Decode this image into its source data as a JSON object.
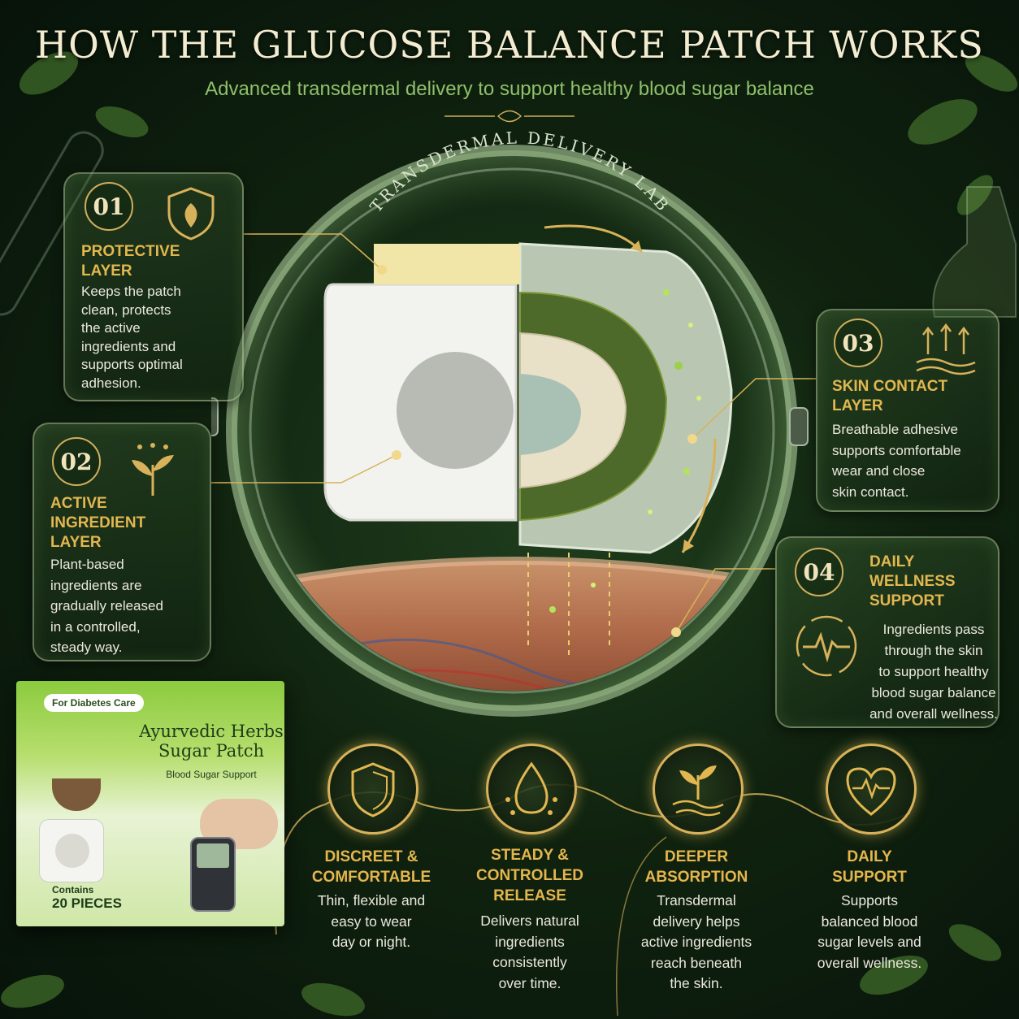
{
  "header": {
    "title": "HOW THE GLUCOSE BALANCE PATCH WORKS",
    "subtitle": "Advanced transdermal delivery to support healthy blood sugar balance"
  },
  "lab": {
    "label": "TRANSDERMAL DELIVERY LAB"
  },
  "steps": [
    {
      "number": "01",
      "title_line1": "PROTECTIVE",
      "title_line2": "LAYER",
      "title_line3": "",
      "description_lines": [
        "Keeps the patch",
        "clean, protects",
        "the active",
        "ingredients and",
        "supports optimal",
        "adhesion."
      ],
      "icon": "shield-leaf-icon"
    },
    {
      "number": "02",
      "title_line1": "ACTIVE",
      "title_line2": "INGREDIENT",
      "title_line3": "LAYER",
      "description_lines": [
        "Plant-based",
        "ingredients are",
        "gradually released",
        "in a controlled,",
        "steady way."
      ],
      "icon": "sprout-droplets-icon"
    },
    {
      "number": "03",
      "title_line1": "SKIN CONTACT",
      "title_line2": "LAYER",
      "title_line3": "",
      "description_lines": [
        "Breathable adhesive",
        "supports comfortable",
        "wear and close",
        "skin contact."
      ],
      "icon": "skin-absorption-arrows-icon"
    },
    {
      "number": "04",
      "title_line1": "DAILY",
      "title_line2": "WELLNESS",
      "title_line3": "SUPPORT",
      "description_lines": [
        "Ingredients pass",
        "through the skin",
        "to support healthy",
        "blood sugar balance",
        "and overall wellness."
      ],
      "icon": "heartbeat-cycle-icon"
    }
  ],
  "product": {
    "badge": "For Diabetes Care",
    "name_line1": "Ayurvedic Herbs",
    "name_line2": "Sugar Patch",
    "tagline": "Blood Sugar Support",
    "contains_label": "Contains",
    "count": "20 PIECES"
  },
  "benefits": [
    {
      "title_line1": "DISCREET &",
      "title_line2": "COMFORTABLE",
      "title_line3": "",
      "description_lines": [
        "Thin, flexible and",
        "easy to wear",
        "day or night."
      ],
      "icon": "shield-icon"
    },
    {
      "title_line1": "STEADY &",
      "title_line2": "CONTROLLED",
      "title_line3": "RELEASE",
      "description_lines": [
        "Delivers natural",
        "ingredients",
        "consistently",
        "over time."
      ],
      "icon": "droplet-icon"
    },
    {
      "title_line1": "DEEPER",
      "title_line2": "ABSORPTION",
      "title_line3": "",
      "description_lines": [
        "Transdermal",
        "delivery helps",
        "active ingredients",
        "reach beneath",
        "the skin."
      ],
      "icon": "sprout-waves-icon"
    },
    {
      "title_line1": "DAILY",
      "title_line2": "SUPPORT",
      "title_line3": "",
      "description_lines": [
        "Supports",
        "balanced blood",
        "sugar levels and",
        "overall wellness."
      ],
      "icon": "heart-pulse-icon"
    }
  ],
  "colors": {
    "gold": "#e2b74f",
    "herbal_green": "#8fc06a",
    "background_dark": "#10230f"
  }
}
